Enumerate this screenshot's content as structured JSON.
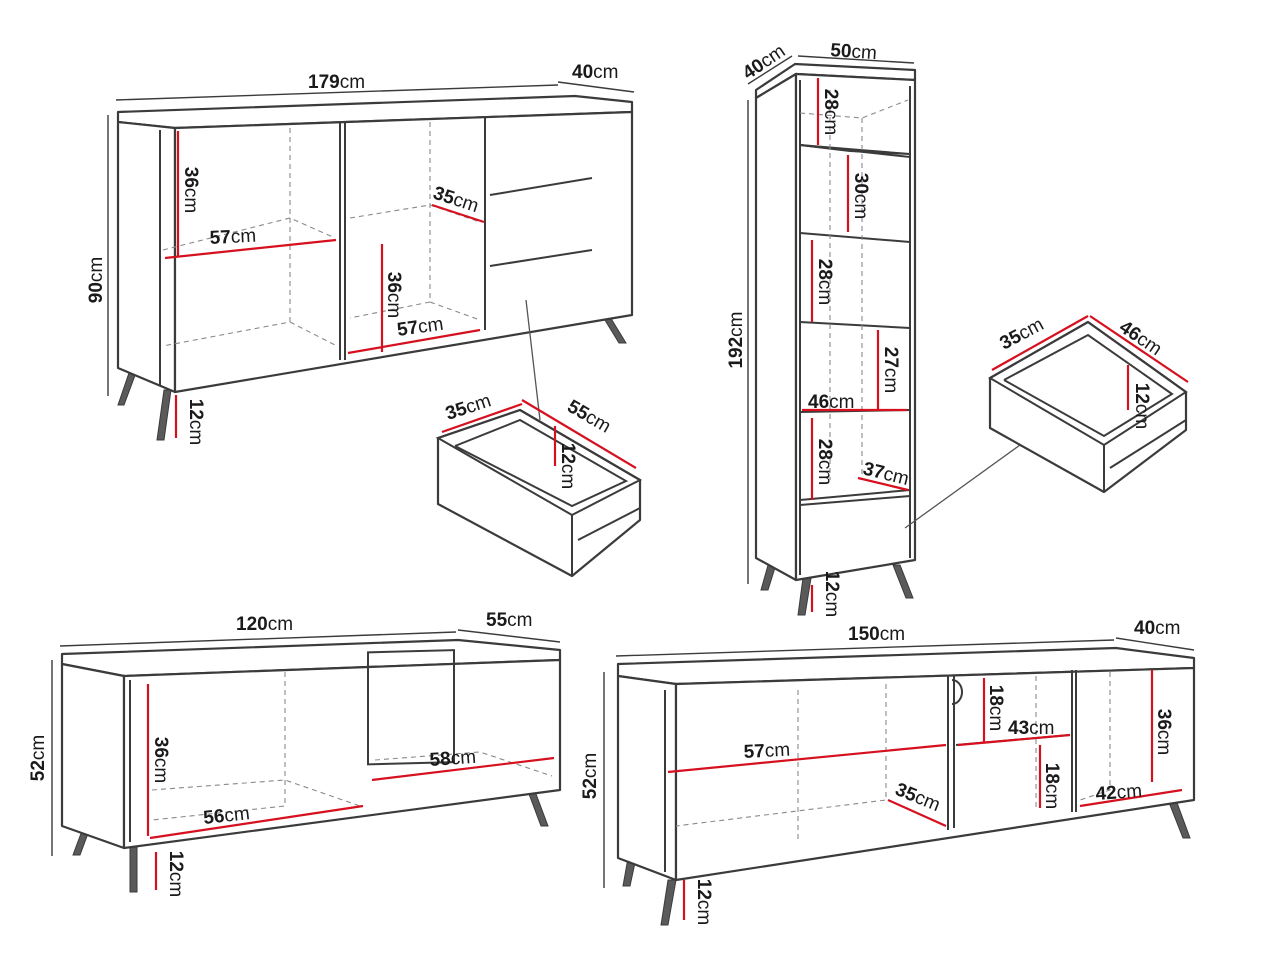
{
  "unit": "cm",
  "sideboard": {
    "width": "179",
    "depth": "40",
    "height": "90",
    "leg_height": "12",
    "shelf_height_left": "36",
    "shelf_width_left": "57",
    "shelf_depth_mid": "35",
    "shelf_height_mid": "36",
    "shelf_width_mid": "57",
    "drawer": {
      "depth": "35",
      "width": "55",
      "height": "12"
    }
  },
  "bookcase": {
    "width": "50",
    "depth": "40",
    "height": "192",
    "leg_height": "12",
    "shelf_h1": "28",
    "shelf_h2": "30",
    "shelf_h3": "28",
    "shelf_h4": "27",
    "shelf_width": "46",
    "shelf_h5": "28",
    "shelf_depth": "37",
    "drawer": {
      "depth": "35",
      "width": "46",
      "height": "12"
    }
  },
  "tv_small": {
    "width": "120",
    "depth": "55",
    "height": "52",
    "leg_height": "12",
    "compartment_height": "36",
    "compartment_width": "56",
    "open_width": "58"
  },
  "tv_large": {
    "width": "150",
    "depth": "40",
    "height": "52",
    "leg_height": "12",
    "compartment_width": "57",
    "compartment_depth": "35",
    "niche_height_top": "18",
    "niche_width": "43",
    "niche_height_bottom": "18",
    "right_height": "36",
    "right_width": "42"
  }
}
